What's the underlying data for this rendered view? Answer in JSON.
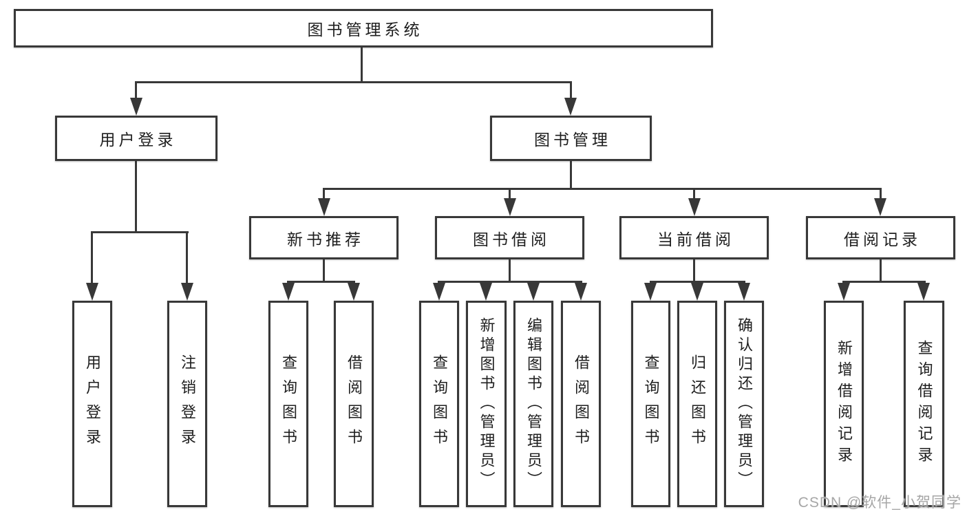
{
  "diagram": {
    "watermark": "CSDN @软件_小贺同学",
    "colors": {
      "line": "#383838",
      "text": "#1e1e1e",
      "watermark": "#a6a6a6",
      "background": "#ffffff"
    },
    "nodes": {
      "root": "图书管理系统",
      "user_login": "用户登录",
      "book_mgmt": "图书管理",
      "new_books": "新书推荐",
      "book_borrow": "图书借阅",
      "current_borrow": "当前借阅",
      "borrow_records": "借阅记录",
      "leaves": [
        "用户登录",
        "注销登录",
        "查询图书",
        "借阅图书",
        "查询图书",
        "新增图书（管理员）",
        "编辑图书（管理员）",
        "借阅图书",
        "查询图书",
        "归还图书",
        "确认归还（管理员）",
        "新增借阅记录",
        "查询借阅记录"
      ]
    }
  }
}
